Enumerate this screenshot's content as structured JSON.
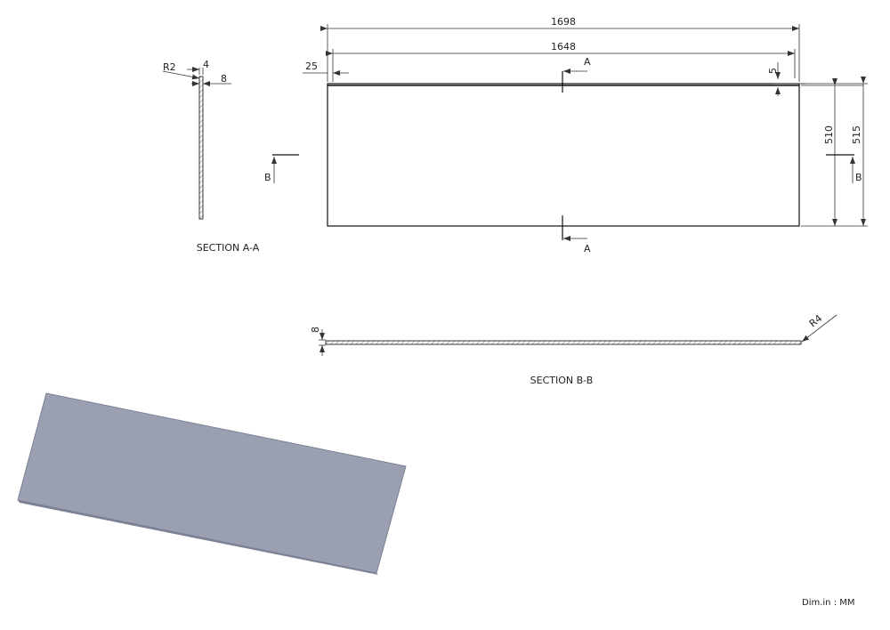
{
  "front_view": {
    "overall_width": "1698",
    "inner_width": "1648",
    "edge_offset": "25",
    "top_step": "5",
    "height_inner": "510",
    "height_outer": "515",
    "section_a_letter": "A",
    "section_b_letter": "B"
  },
  "section_a": {
    "title": "SECTION A-A",
    "radius": "R2",
    "dim_4": "4",
    "dim_8": "8"
  },
  "section_b": {
    "title": "SECTION B-B",
    "thickness": "8",
    "radius": "R4"
  },
  "units_note": "Dim.in : MM",
  "iso_view": {
    "fill_color": "#9aa0b2",
    "edge_color": "#7c8294"
  }
}
